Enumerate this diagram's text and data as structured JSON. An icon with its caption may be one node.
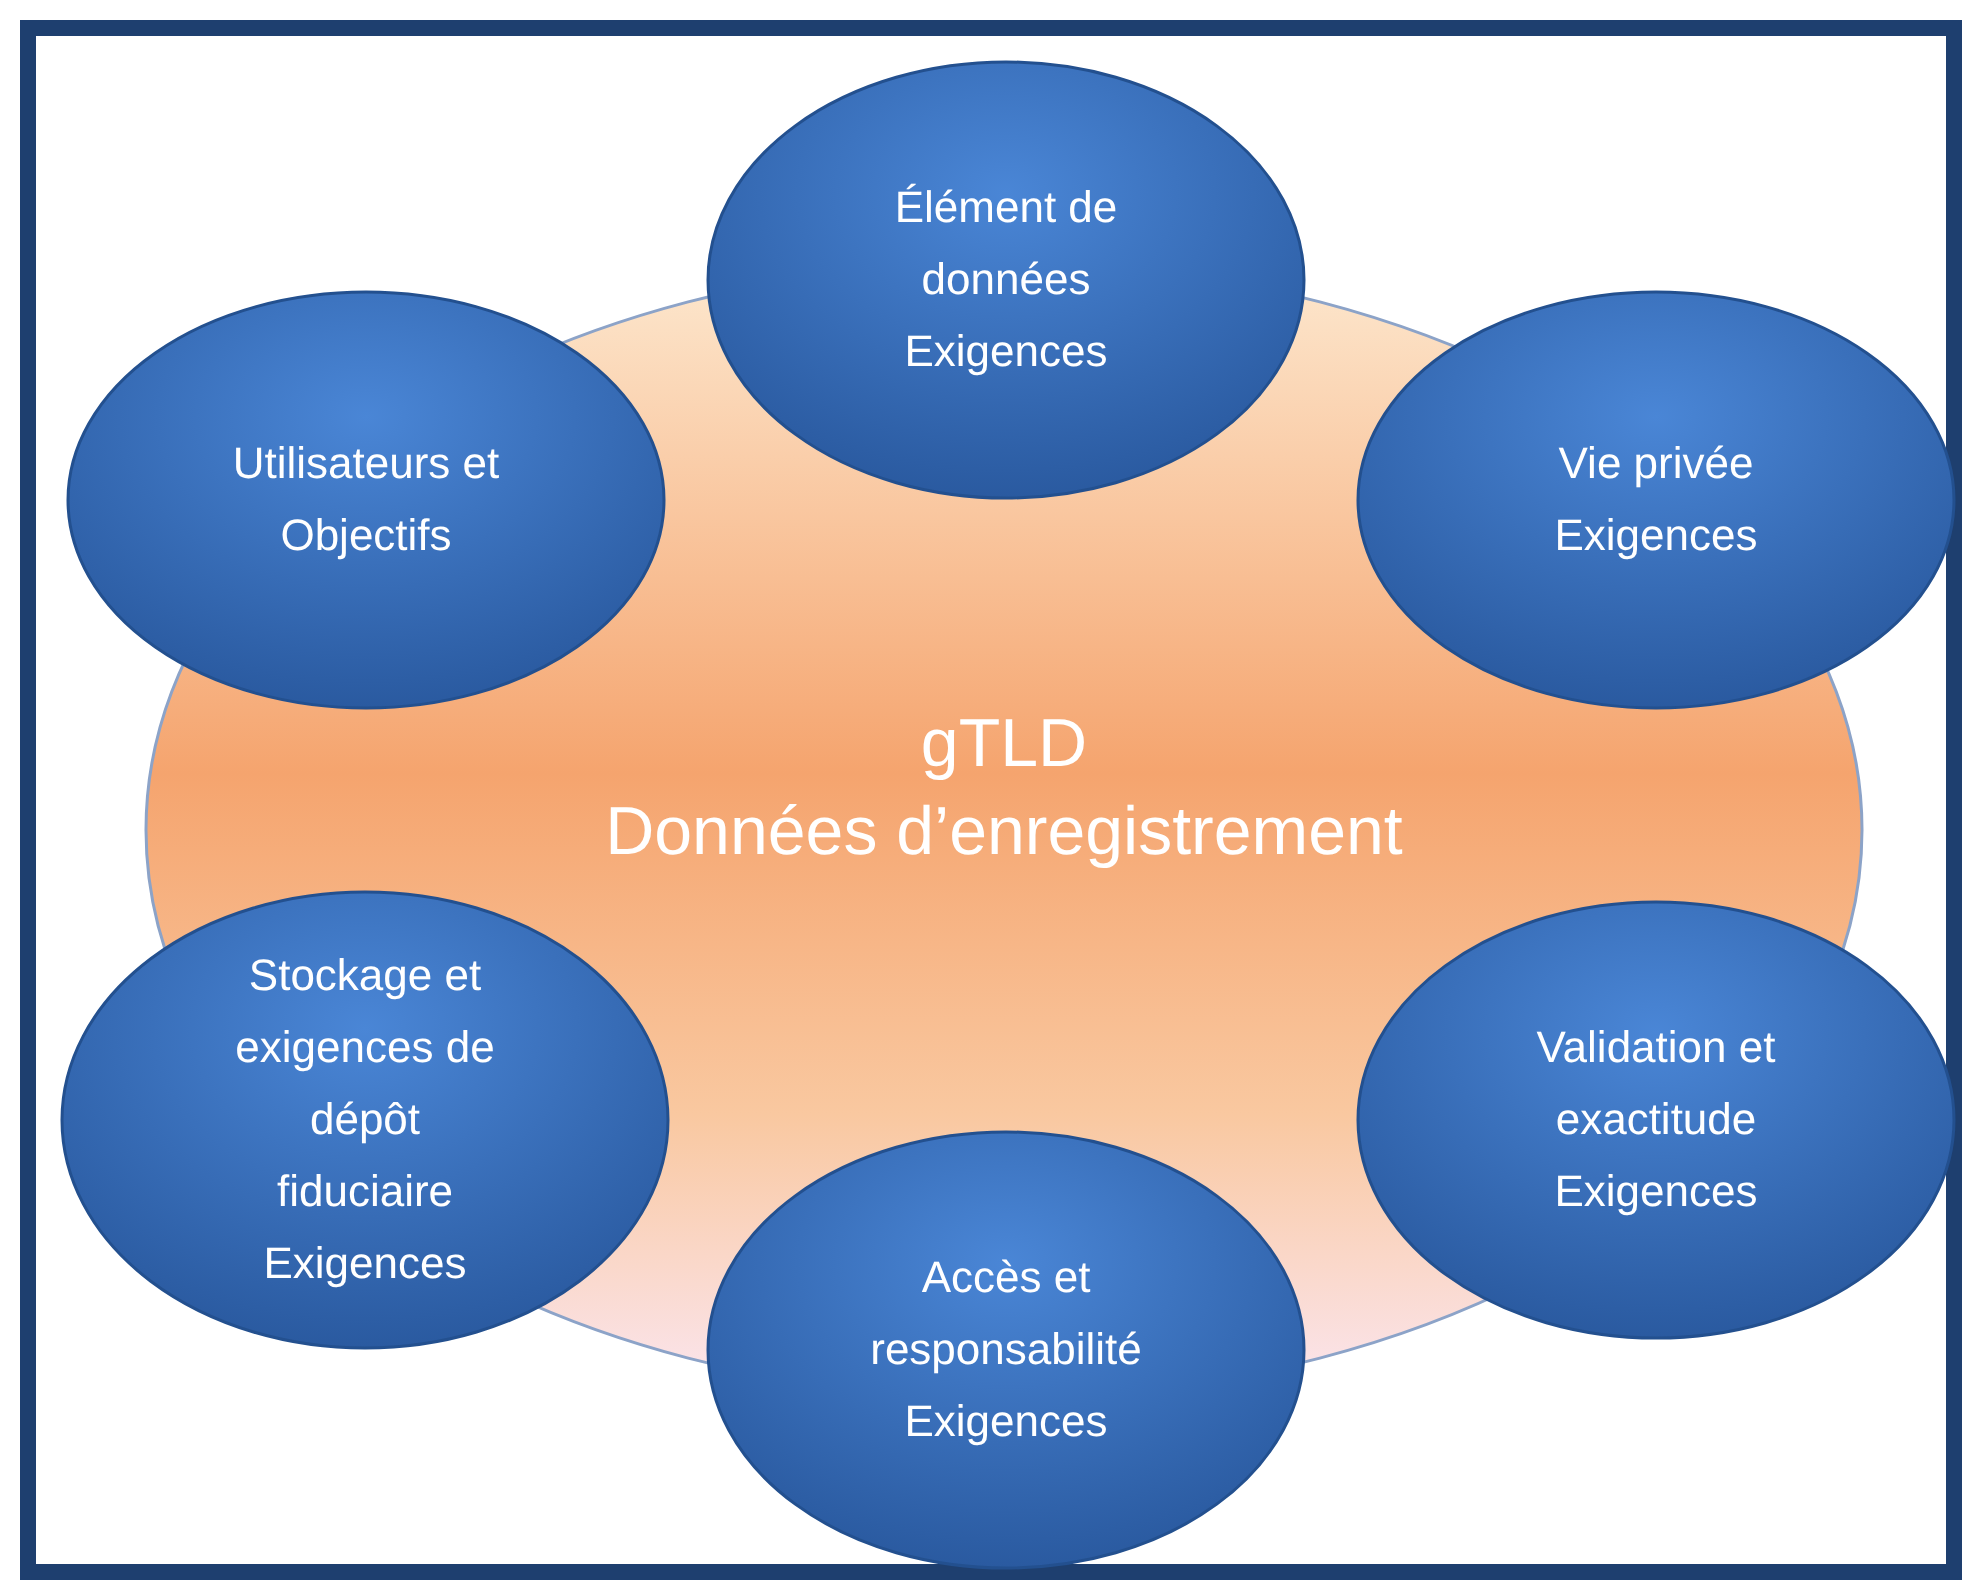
{
  "diagram": {
    "nodes": [
      {
        "text": [
          "gTLD",
          "Données d’enregistrement"
        ]
      },
      {
        "text": [
          "Élément de données Exigences"
        ]
      },
      {
        "text": [
          "Utilisateurs et Objectifs"
        ]
      },
      {
        "text": [
          "Vie privée Exigences"
        ]
      },
      {
        "text": [
          "Stockage et exigences de dépôt fiduciaire Exigences"
        ]
      },
      {
        "text": [
          "Validation et exactitude Exigences"
        ]
      },
      {
        "text": [
          "Accès et responsabilité Exigences"
        ]
      }
    ]
  }
}
